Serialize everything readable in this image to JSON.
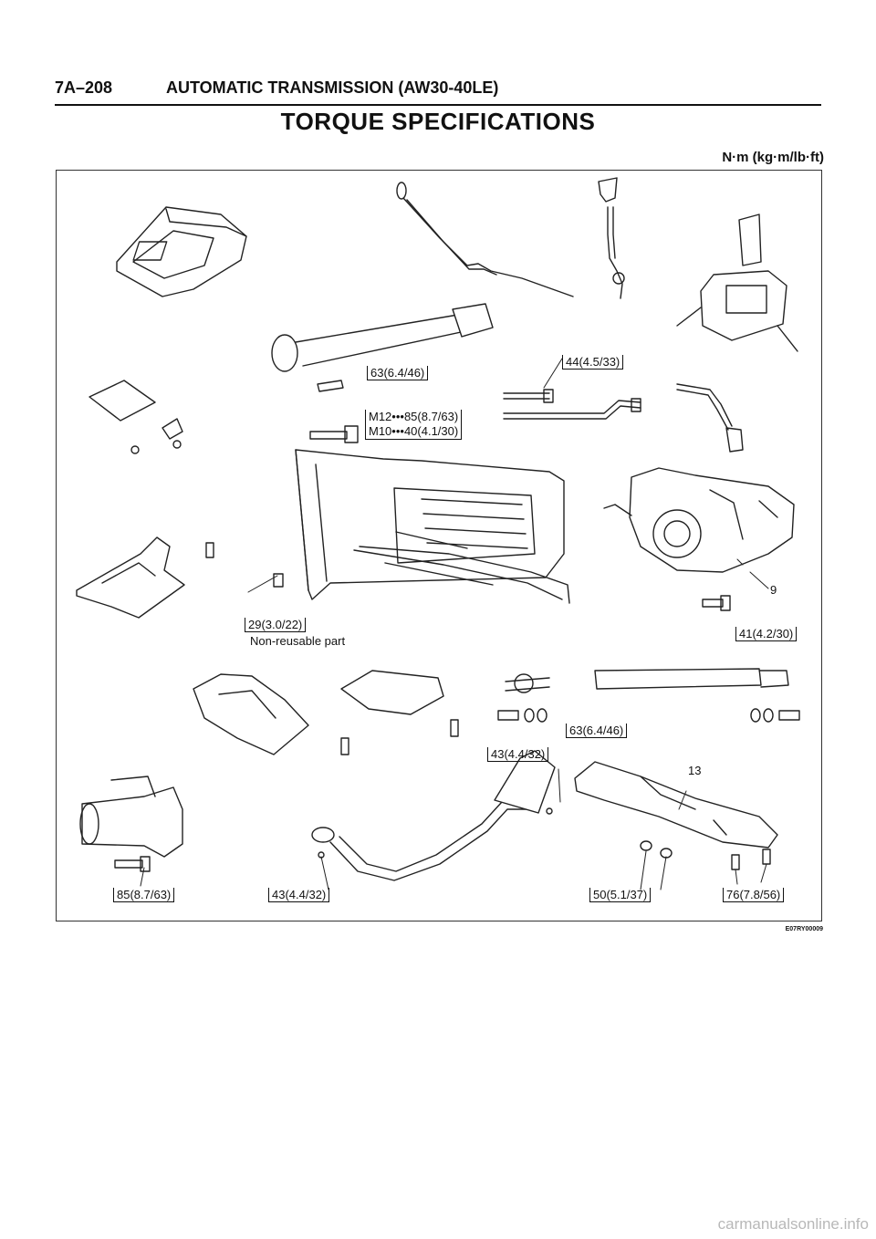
{
  "header": {
    "section_code": "7A–208",
    "section_title": "AUTOMATIC TRANSMISSION (AW30-40LE)"
  },
  "page_heading": "TORQUE SPECIFICATIONS",
  "units_label": "N·m (kg·m/lb·ft)",
  "callouts": {
    "dummy_rod_bolt": "63(6.4/46)",
    "oil_pipe_bolt": "44(4.5/33)",
    "bolt_m12": "M12•••85(8.7/63)",
    "bolt_m10": "M10•••40(4.1/30)",
    "flywheel_bolt": "29(3.0/22)",
    "non_reusable": "Non-reusable part",
    "transfer_case_bolt": "41(4.2/30)",
    "propeller_shaft_nut": "63(6.4/46)",
    "exhaust_bracket_bolt": "43(4.4/32)",
    "starter_bolt": "85(8.7/63)",
    "exhaust_pipe_nut": "43(4.4/32)",
    "mount_nut": "50(5.1/37)",
    "crossmember_bolt": "76(7.8/56)"
  },
  "ref_numbers": {
    "transfer_case": "9",
    "crossmember": "13"
  },
  "figure_code": "E07RY00009",
  "watermark": "carmanualsonline.info"
}
